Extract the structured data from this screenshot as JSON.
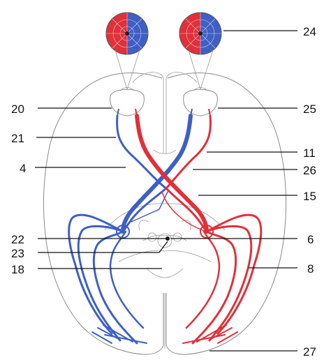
{
  "labels": {
    "l20": "20",
    "l21": "21",
    "l4": "4",
    "l22": "22",
    "l23": "23",
    "l18": "18",
    "l24": "24",
    "l25": "25",
    "l11": "11",
    "l26": "26",
    "l15": "15",
    "l6": "6",
    "l8": "8",
    "l27": "27"
  },
  "colors": {
    "left_field": "#3f5fc4",
    "right_field": "#e0303a",
    "outline": "#8a8a8a"
  }
}
